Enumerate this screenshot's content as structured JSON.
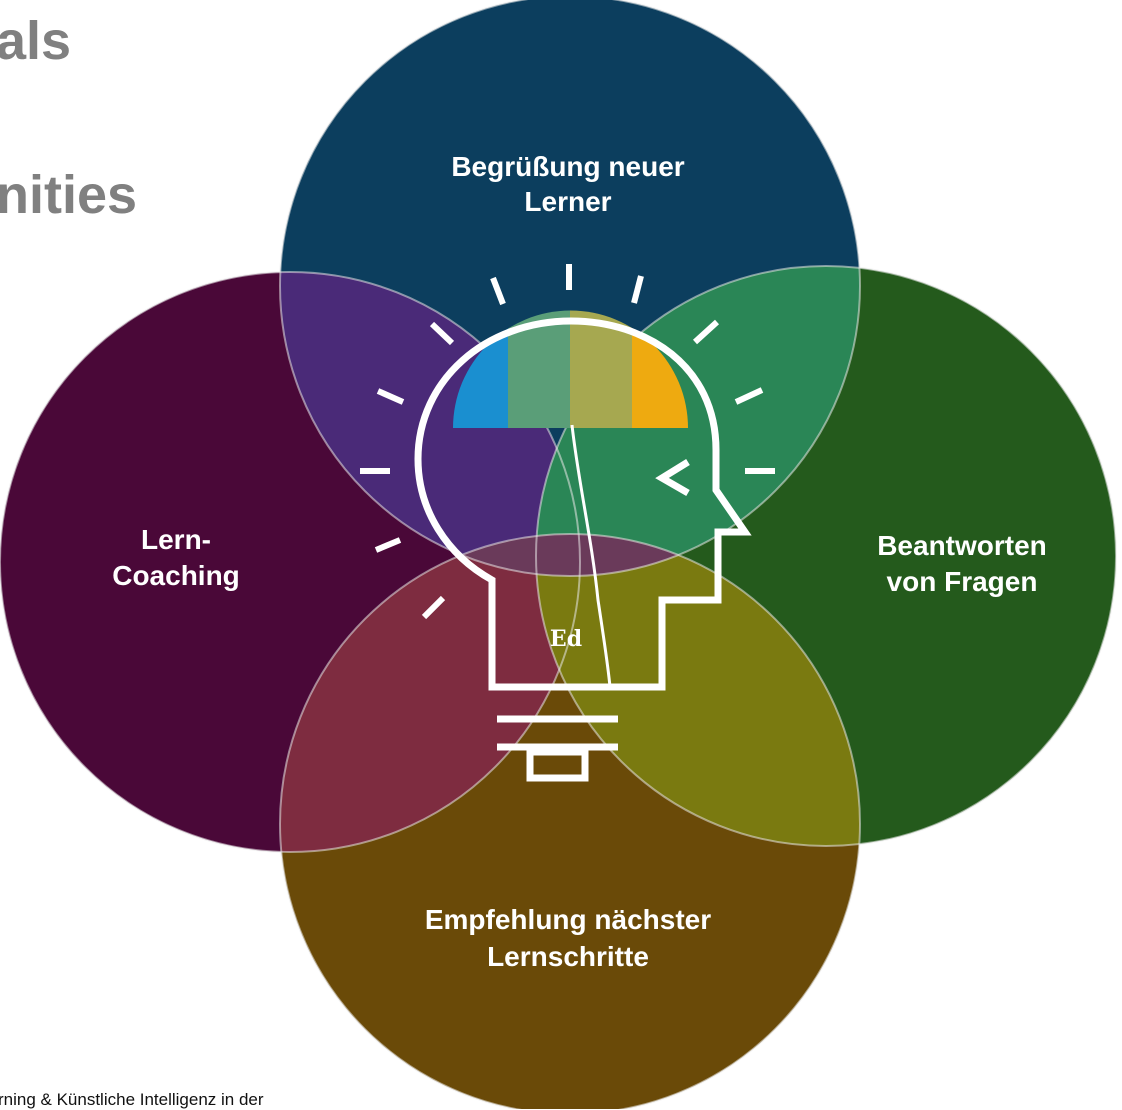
{
  "slide": {
    "title_line1": "als",
    "title_line2": "nities",
    "footer": "rning & Künstliche Intelligenz in der"
  },
  "diagram": {
    "circles": [
      {
        "id": "top",
        "label_line1": "Begrüßung neuer",
        "label_line2": "Lerner",
        "color": "#0c3e5e"
      },
      {
        "id": "left",
        "label_line1": "Lern-",
        "label_line2": "Coaching",
        "color": "#4a0838"
      },
      {
        "id": "right",
        "label_line1": "Beantworten",
        "label_line2": "von Fragen",
        "color": "#245a1c"
      },
      {
        "id": "bottom",
        "label_line1": "Empfehlung nächster",
        "label_line2": "Lernschritte",
        "color": "#6a4a08"
      }
    ],
    "center_label": "Ed",
    "bulb_bands": [
      "#1a8fd0",
      "#5a9e78",
      "#a6a850",
      "#eeaa10"
    ]
  }
}
